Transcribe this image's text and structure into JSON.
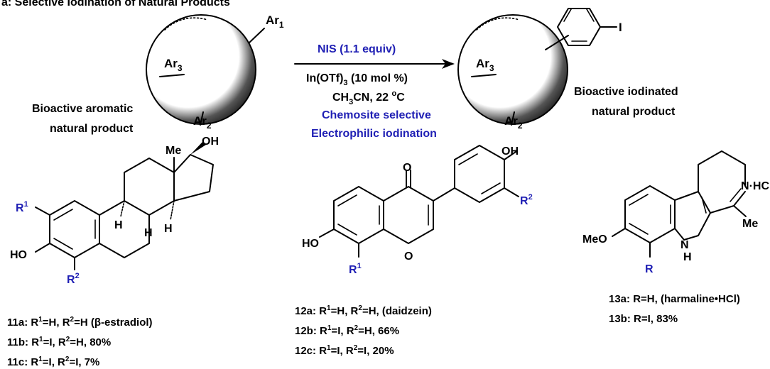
{
  "header": {
    "title": "a: Selective Iodination of Natural Products"
  },
  "scheme": {
    "reactant": {
      "groups": [
        "Ar",
        "1",
        "Ar",
        "3",
        "Ar",
        "2"
      ],
      "name_lines": [
        "Bioactive aromatic",
        "natural product"
      ]
    },
    "conditions": {
      "reagent": "NIS (1.1 equiv)",
      "catalyst_a": "In(OTf)",
      "catalyst_sub": "3",
      "catalyst_b": " (10 mol %)",
      "solvent_a": "CH",
      "solvent_sub": "3",
      "solvent_b": "CN, 22 ",
      "solvent_sup": "o",
      "solvent_c": "C",
      "note_1": "Chemosite selective",
      "note_2": "Electrophilic iodination"
    },
    "product": {
      "groups": [
        "Ar",
        "3",
        "Ar",
        "2",
        "I"
      ],
      "name_lines": [
        "Bioactive iodinated",
        "natural product"
      ]
    }
  },
  "compounds": {
    "estradiol": {
      "atoms": [
        "OH",
        "Me",
        "H",
        "H",
        "H",
        "HO",
        "R",
        "1",
        "R",
        "2"
      ],
      "entries": [
        {
          "id": "11a",
          "r1": "H",
          "r2": "H",
          "note": " (β-estradiol)"
        },
        {
          "id": "11b",
          "r1": "I",
          "r2": "H",
          "note": ", 80%"
        },
        {
          "id": "11c",
          "r1": "I",
          "r2": "I",
          "note": ", 7%"
        }
      ]
    },
    "daidzein": {
      "atoms": [
        "OH",
        "O",
        "O",
        "HO",
        "R",
        "1",
        "R",
        "2"
      ],
      "entries": [
        {
          "id": "12a",
          "r1": "H",
          "r2": "H",
          "note": ", (daidzein)"
        },
        {
          "id": "12b",
          "r1": "I",
          "r2": "H",
          "note": ", 66%"
        },
        {
          "id": "12c",
          "r1": "I",
          "r2": "I",
          "note": ", 20%"
        }
      ]
    },
    "harmaline": {
      "atoms": [
        "N",
        "·HCl",
        "Me",
        "MeO",
        "N",
        "H",
        "R"
      ],
      "entries": [
        {
          "id": "13a",
          "text": ": R=H, (harmaline•HCl)"
        },
        {
          "id": "13b",
          "text": ": R=I, 83%"
        }
      ]
    }
  }
}
